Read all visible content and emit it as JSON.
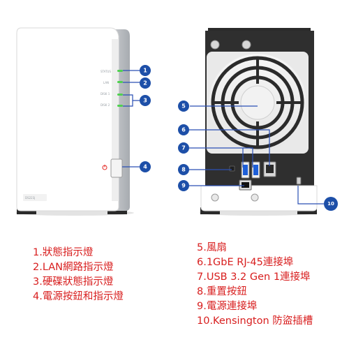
{
  "front_device": {
    "indicators": [
      {
        "label": "STATUS"
      },
      {
        "label": "LAN"
      },
      {
        "label": "DISK 1"
      },
      {
        "label": "DISK 2"
      }
    ],
    "model_badge": "DS223j"
  },
  "callouts": {
    "front": [
      "1",
      "2",
      "3",
      "4"
    ],
    "rear": [
      "5",
      "6",
      "7",
      "8",
      "9",
      "10"
    ]
  },
  "legend_left": [
    "1.狀態指示燈",
    "2.LAN網路指示燈",
    "3.硬碟狀態指示燈",
    "4.電源按鈕和指示燈"
  ],
  "legend_right": [
    "5.風扇",
    "6.1GbE RJ-45連接埠",
    "7.USB 3.2 Gen 1連接埠",
    "8.重置按鈕",
    "9.電源連接埠",
    "10.Kensington 防盜插槽"
  ],
  "colors": {
    "led_green": "#4fd14f",
    "callout_blue": "#1d4fa8",
    "callout_line": "#2a4fb5",
    "legend_red": "#d81e1e",
    "power_red": "#e53935"
  }
}
